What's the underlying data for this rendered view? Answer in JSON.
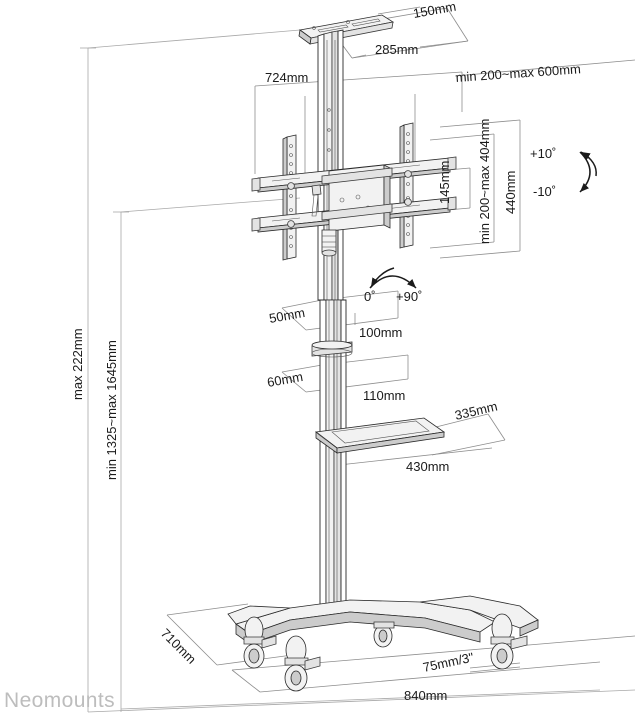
{
  "drawing": {
    "title": "Neomounts mobile TV floor stand cart - dimensioned technical drawing",
    "brand": "Neomounts",
    "line_color": "#8d8d8d",
    "text_color": "#1b1b1b",
    "watermark_color": "#bdbdbd",
    "background": "#ffffff"
  },
  "dimensions": {
    "top_plate_depth": "150mm",
    "top_plate_width": "285mm",
    "column_top_height": "724mm",
    "vesa_width_range": "min 200~max 600mm",
    "bracket_rail_gap": "145mm",
    "vesa_height_range": "min 200~max 404mm",
    "bracket_height": "440mm",
    "tilt_up": "+10˚",
    "tilt_down": "-10˚",
    "rotate_start": "0˚",
    "rotate_end": "+90˚",
    "upper_shelf_depth": "50mm",
    "upper_shelf_width": "100mm",
    "lower_shelf_depth": "60mm",
    "lower_shelf_width": "110mm",
    "av_shelf_depth": "335mm",
    "av_shelf_width": "430mm",
    "base_depth": "710mm",
    "base_width": "840mm",
    "caster_size": "75mm/3\"",
    "overall_depth": "max 222mm",
    "overall_height_range": "min 1325~max 1645mm"
  }
}
